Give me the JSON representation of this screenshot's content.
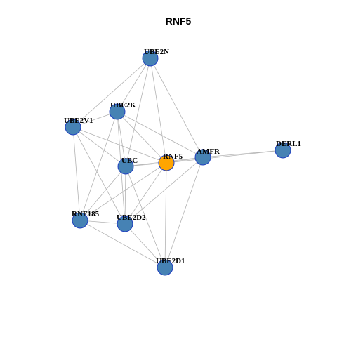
{
  "title": "RNF5",
  "colors": {
    "background": "#ffffff",
    "node_default": "#4682b4",
    "node_focus": "#ffa500",
    "node_stroke": "#1f3fbf",
    "edge": "#b3b3b3"
  },
  "nodes": [
    {
      "id": "UBE2N",
      "label": "UBE2N",
      "focus": false
    },
    {
      "id": "UBE2K",
      "label": "UBE2K",
      "focus": false
    },
    {
      "id": "UBE2V1",
      "label": "UBE2V1",
      "focus": false
    },
    {
      "id": "DERL1",
      "label": "DERL1",
      "focus": false
    },
    {
      "id": "AMFR",
      "label": "AMFR",
      "focus": false
    },
    {
      "id": "RNF5",
      "label": "RNF5",
      "focus": true
    },
    {
      "id": "UBC",
      "label": "UBC",
      "focus": false
    },
    {
      "id": "RNF185",
      "label": "RNF185",
      "focus": false
    },
    {
      "id": "UBE2D2",
      "label": "UBE2D2",
      "focus": false
    },
    {
      "id": "UBE2D1",
      "label": "UBE2D1",
      "focus": false
    }
  ],
  "edges": [
    [
      "UBE2N",
      "UBE2V1"
    ],
    [
      "UBE2N",
      "UBE2K"
    ],
    [
      "UBE2N",
      "UBC"
    ],
    [
      "UBE2N",
      "RNF5"
    ],
    [
      "UBE2N",
      "AMFR"
    ],
    [
      "UBE2K",
      "UBE2V1"
    ],
    [
      "UBE2K",
      "UBC"
    ],
    [
      "UBE2K",
      "RNF5"
    ],
    [
      "UBE2K",
      "AMFR"
    ],
    [
      "UBE2K",
      "RNF185"
    ],
    [
      "UBE2K",
      "UBE2D2"
    ],
    [
      "UBE2V1",
      "UBC"
    ],
    [
      "UBE2V1",
      "RNF5"
    ],
    [
      "UBE2V1",
      "RNF185"
    ],
    [
      "UBE2V1",
      "UBE2D2"
    ],
    [
      "UBC",
      "RNF5"
    ],
    [
      "UBC",
      "AMFR"
    ],
    [
      "UBC",
      "RNF185"
    ],
    [
      "UBC",
      "UBE2D2"
    ],
    [
      "UBC",
      "UBE2D1"
    ],
    [
      "RNF5",
      "AMFR"
    ],
    [
      "RNF5",
      "DERL1"
    ],
    [
      "RNF5",
      "RNF185"
    ],
    [
      "RNF5",
      "UBE2D2"
    ],
    [
      "RNF5",
      "UBE2D1"
    ],
    [
      "AMFR",
      "DERL1"
    ],
    [
      "AMFR",
      "UBE2D2"
    ],
    [
      "AMFR",
      "UBE2D1"
    ],
    [
      "RNF185",
      "UBE2D2"
    ],
    [
      "RNF185",
      "UBE2D1"
    ],
    [
      "UBE2D2",
      "UBE2D1"
    ]
  ]
}
